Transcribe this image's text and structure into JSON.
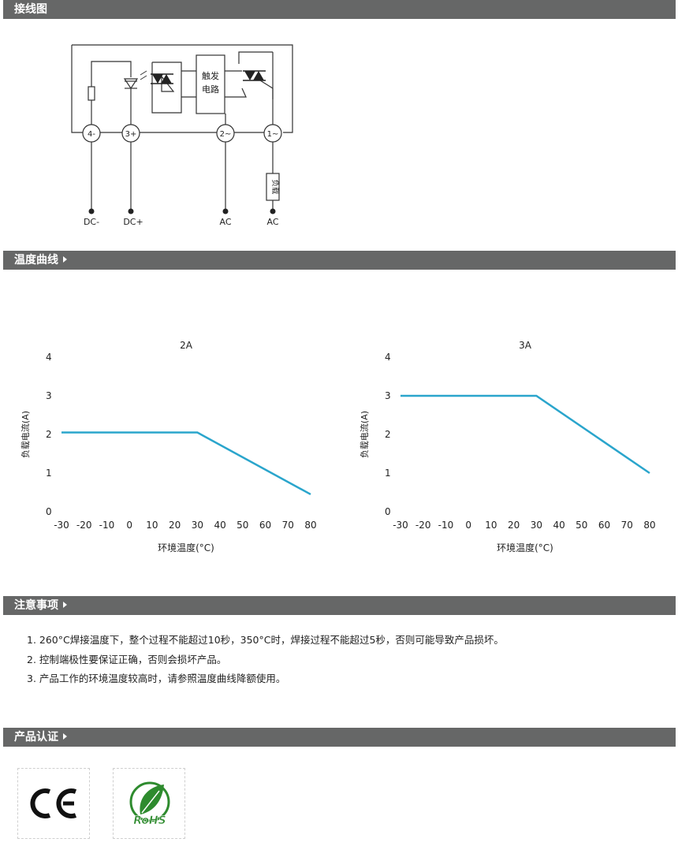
{
  "sections": {
    "wiring": "接线图",
    "temp_curve": "温度曲线",
    "notes": "注意事项",
    "certs": "产品认证"
  },
  "wiring_diagram": {
    "trigger_label_line1": "触发",
    "trigger_label_line2": "电路",
    "terminals": [
      "4-",
      "3+",
      "2~",
      "1~"
    ],
    "load_label": "负载",
    "bottom_labels": [
      "DC-",
      "DC+",
      "AC",
      "AC"
    ]
  },
  "chart_data": [
    {
      "type": "line",
      "title": "2A",
      "xlabel": "环境温度(°C)",
      "ylabel": "负载电流(A)",
      "x_ticks": [
        "-30",
        "-20",
        "-10",
        "0",
        "10",
        "20",
        "30",
        "40",
        "50",
        "60",
        "70",
        "80"
      ],
      "y_ticks": [
        "0",
        "1",
        "2",
        "3",
        "4"
      ],
      "xlim": [
        -30,
        80
      ],
      "ylim": [
        0,
        4
      ],
      "grid": false,
      "color": "#2aa5cc",
      "x": [
        -30,
        30,
        80
      ],
      "y": [
        2.05,
        2.05,
        0.45
      ]
    },
    {
      "type": "line",
      "title": "3A",
      "xlabel": "环境温度(°C)",
      "ylabel": "负载电流(A)",
      "x_ticks": [
        "-30",
        "-20",
        "-10",
        "0",
        "10",
        "20",
        "30",
        "40",
        "50",
        "60",
        "70",
        "80"
      ],
      "y_ticks": [
        "0",
        "1",
        "2",
        "3",
        "4"
      ],
      "xlim": [
        -30,
        80
      ],
      "ylim": [
        0,
        4
      ],
      "grid": false,
      "color": "#2aa5cc",
      "x": [
        -30,
        30,
        80
      ],
      "y": [
        3.0,
        3.0,
        1.0
      ]
    }
  ],
  "notes": [
    "1. 260°C焊接温度下，整个过程不能超过10秒，350°C时，焊接过程不能超过5秒，否则可能导致产品损坏。",
    "2. 控制端极性要保证正确，否则会损坏产品。",
    "3. 产品工作的环境温度较高时，请参照温度曲线降额使用。"
  ],
  "certifications": {
    "ce": "CE",
    "rohs": "RoHS"
  },
  "colors": {
    "section_bar": "#666767",
    "curve": "#2aa5cc",
    "rohs_green": "#2e8b2e"
  }
}
